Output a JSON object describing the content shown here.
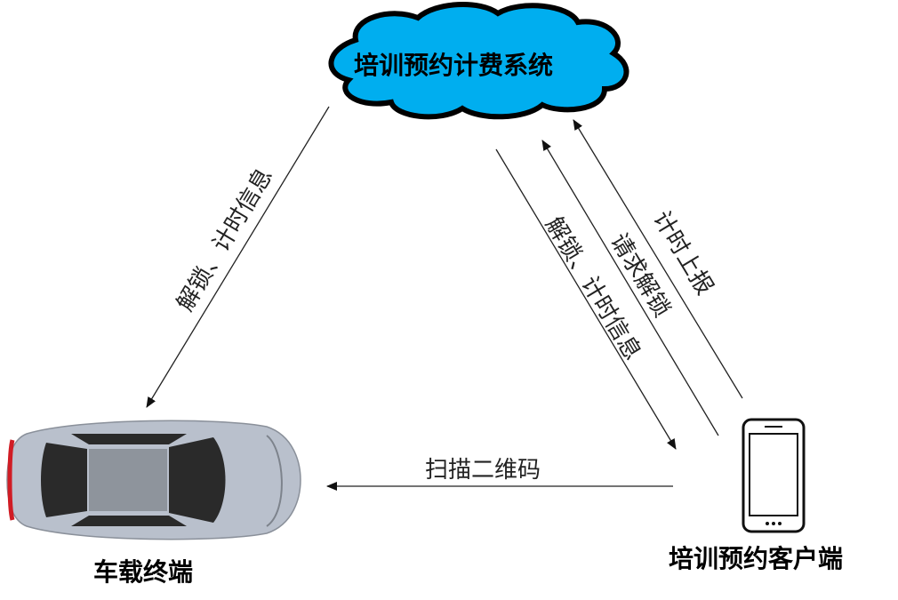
{
  "nodes": {
    "system": "培训预约计费系统",
    "vehicle": "车载终端",
    "client": "培训预约客户端"
  },
  "edges": {
    "system_to_vehicle": "解锁、计时信息",
    "system_to_client": "解锁、计时信息",
    "client_request_unlock": "请求解锁",
    "client_timing_report": "计时上报",
    "client_to_vehicle": "扫描二维码"
  },
  "colors": {
    "cloud": "#00aeef",
    "car_body": "#b9c0cc",
    "car_glass": "#2a2a2a",
    "line": "#222222"
  }
}
